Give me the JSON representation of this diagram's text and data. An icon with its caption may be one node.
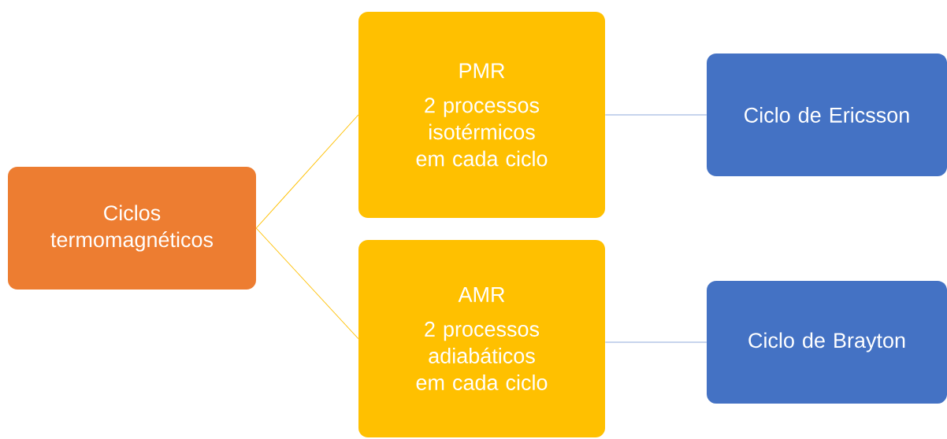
{
  "diagram": {
    "nodes": [
      {
        "text": [
          "Ciclos termomagnéticos"
        ]
      },
      {
        "text": [
          "PMR",
          "2 processos isotérmicos em cada ciclo"
        ]
      },
      {
        "text": [
          "AMR",
          "2 processos adiabáticos em cada ciclo"
        ]
      },
      {
        "text": [
          "Ciclo de Ericsson"
        ]
      },
      {
        "text": [
          "Ciclo de Brayton"
        ]
      }
    ],
    "edges": [
      {
        "from": 0,
        "to": 1,
        "arrow": "none",
        "color": "#FFC000"
      },
      {
        "from": 0,
        "to": 2,
        "arrow": "none",
        "color": "#FFC000"
      },
      {
        "from": 1,
        "to": 3,
        "arrow": "none",
        "color": "#8FAADC"
      },
      {
        "from": 2,
        "to": 4,
        "arrow": "none",
        "color": "#8FAADC"
      }
    ]
  }
}
